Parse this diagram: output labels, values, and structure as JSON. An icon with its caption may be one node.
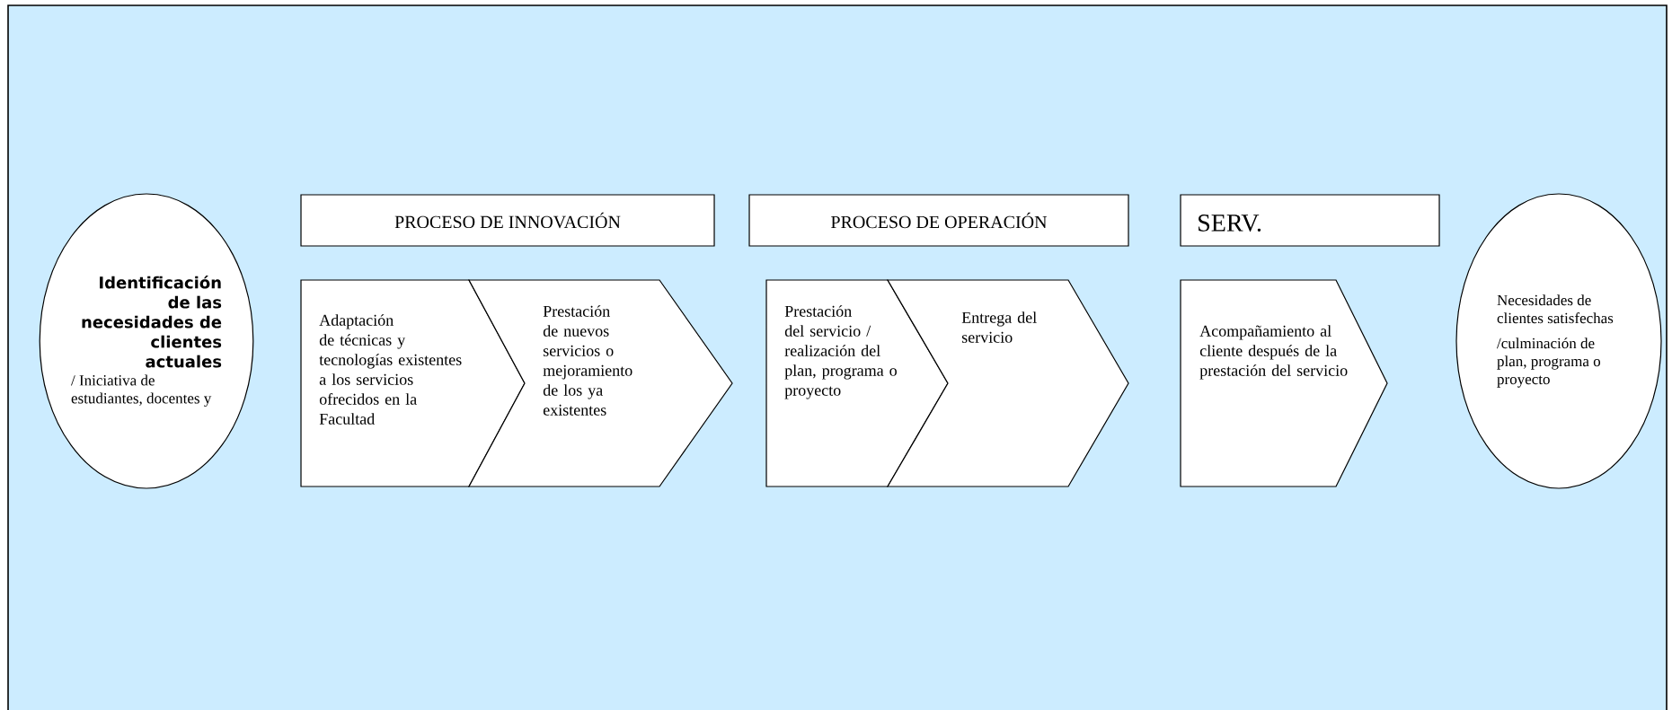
{
  "diagram": {
    "nodes": [
      {
        "text": [
          "Identificación de las necesidades de clientes actuales",
          "/ Iniciativa de estudiantes, docentes y"
        ]
      },
      {
        "text": [
          "PROCESO DE INNOVACIÓN"
        ]
      },
      {
        "text": [
          "Adaptación de técnicas y tecnologías existentes a los servicios ofrecidos en la Facultad"
        ]
      },
      {
        "text": [
          "Prestación de nuevos servicios o mejoramiento de los ya existentes"
        ]
      },
      {
        "text": [
          "PROCESO DE OPERACIÓN"
        ]
      },
      {
        "text": [
          "Prestación del servicio / realización del plan, programa o proyecto"
        ]
      },
      {
        "text": [
          "Entrega del servicio"
        ]
      },
      {
        "text": [
          "SERV."
        ]
      },
      {
        "text": [
          "Acompañamiento al cliente después de la prestación del servicio"
        ]
      },
      {
        "text": [
          "Necesidades de clientes satisfechas",
          "/culminación de plan, programa o proyecto"
        ]
      }
    ]
  }
}
